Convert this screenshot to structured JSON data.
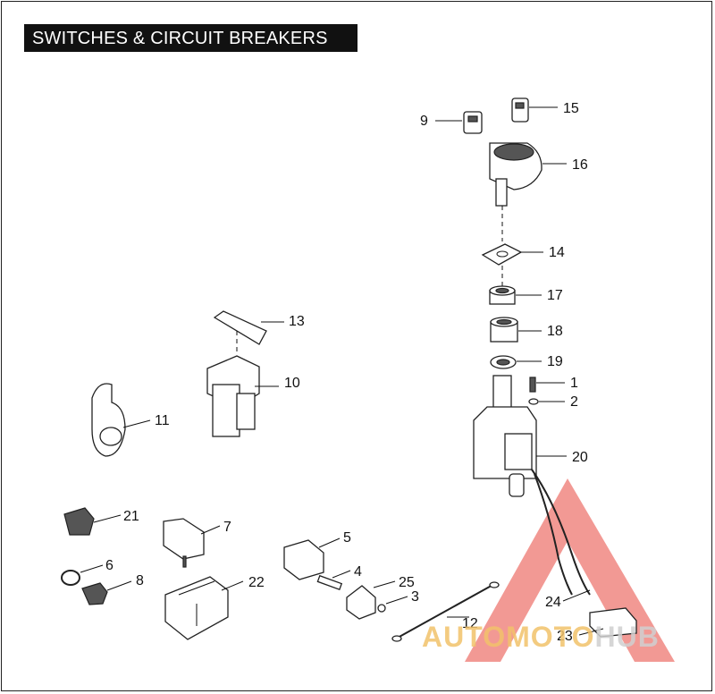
{
  "header": {
    "title": "SWITCHES & CIRCUIT BREAKERS"
  },
  "callouts": {
    "c1": "1",
    "c2": "2",
    "c3": "3",
    "c4": "4",
    "c5": "5",
    "c6": "6",
    "c7": "7",
    "c8": "8",
    "c9": "9",
    "c10": "10",
    "c11": "11",
    "c12": "12",
    "c13": "13",
    "c14": "14",
    "c15": "15",
    "c16": "16",
    "c17": "17",
    "c18": "18",
    "c19": "19",
    "c20": "20",
    "c21": "21",
    "c22": "22",
    "c23": "23",
    "c24": "24",
    "c25": "25"
  },
  "watermark": {
    "part1": "AUTOMOTO",
    "part2": "HUB",
    "color": "#e8463c"
  }
}
